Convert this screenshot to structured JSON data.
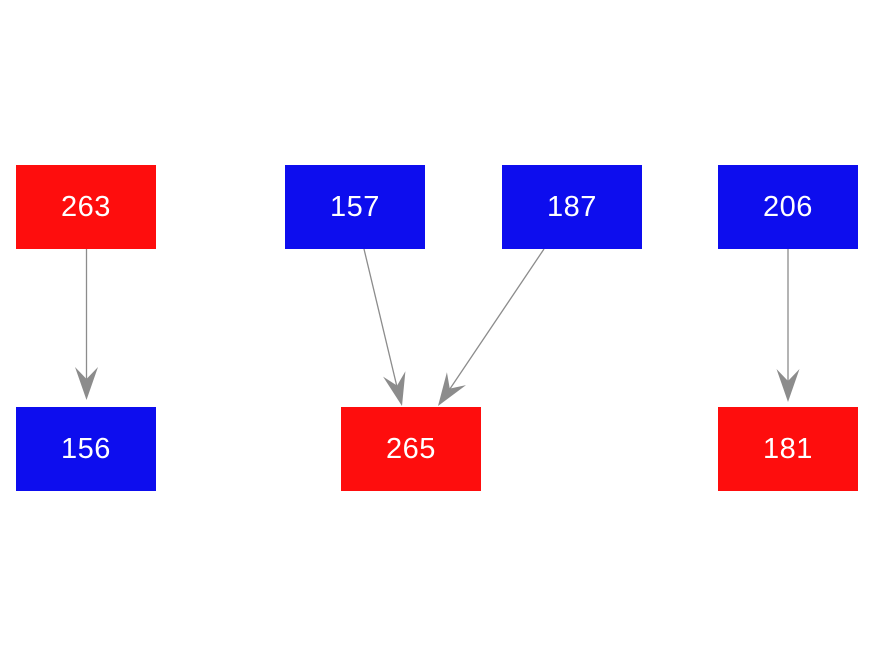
{
  "diagram": {
    "background": "#ffffff",
    "node_text_color": "#ffffff",
    "edge_color": "#8c8c8c",
    "node_colors": {
      "red": "#fe0d0d",
      "blue": "#0d0dee"
    },
    "nodes": [
      {
        "id": "263",
        "label": "263",
        "color_name": "red",
        "color": "#fe0d0d",
        "row": "top"
      },
      {
        "id": "157",
        "label": "157",
        "color_name": "blue",
        "color": "#0d0dee",
        "row": "top"
      },
      {
        "id": "187",
        "label": "187",
        "color_name": "blue",
        "color": "#0d0dee",
        "row": "top"
      },
      {
        "id": "206",
        "label": "206",
        "color_name": "blue",
        "color": "#0d0dee",
        "row": "top"
      },
      {
        "id": "156",
        "label": "156",
        "color_name": "blue",
        "color": "#0d0dee",
        "row": "bottom"
      },
      {
        "id": "265",
        "label": "265",
        "color_name": "red",
        "color": "#fe0d0d",
        "row": "bottom"
      },
      {
        "id": "181",
        "label": "181",
        "color_name": "red",
        "color": "#fe0d0d",
        "row": "bottom"
      }
    ],
    "edges": [
      {
        "from": "263",
        "to": "156"
      },
      {
        "from": "157",
        "to": "265"
      },
      {
        "from": "187",
        "to": "265"
      },
      {
        "from": "206",
        "to": "181"
      }
    ]
  }
}
